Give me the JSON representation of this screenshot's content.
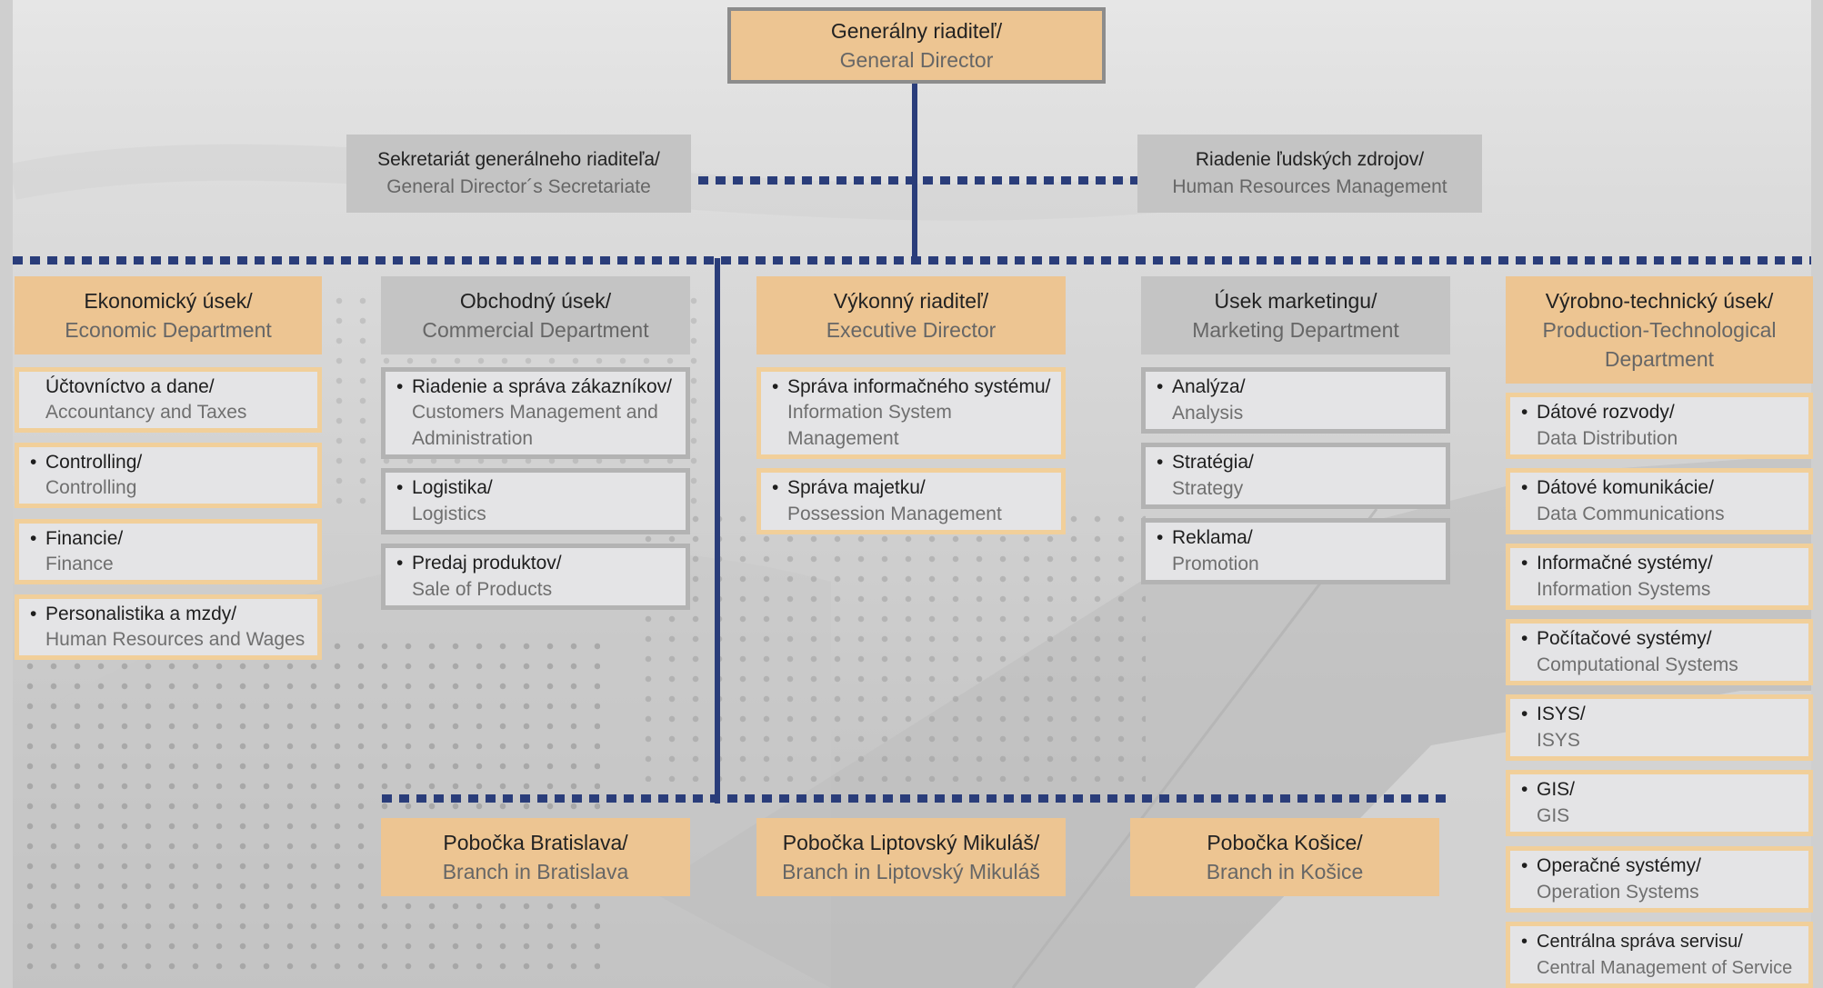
{
  "general_director": {
    "sk": "Generálny riaditeľ/",
    "en": "General Director"
  },
  "secretariate": {
    "sk": "Sekretariát generálneho riaditeľa/",
    "en": "General Director´s Secretariate"
  },
  "hr_management": {
    "sk": "Riadenie ľudských zdrojov/",
    "en": "Human Resources Management"
  },
  "departments": {
    "economic": {
      "sk": "Ekonomický úsek/",
      "en": "Economic Department",
      "items": [
        {
          "sk": "Účtovníctvo a dane/",
          "en": "Accountancy and Taxes"
        },
        {
          "sk": "Controlling/",
          "en": "Controlling"
        },
        {
          "sk": "Financie/",
          "en": "Finance"
        },
        {
          "sk": "Personalistika a mzdy/",
          "en": "Human Resources and Wages"
        }
      ]
    },
    "commercial": {
      "sk": "Obchodný úsek/",
      "en": "Commercial Department",
      "items": [
        {
          "sk": "Riadenie a správa zákazníkov/",
          "en1": "Customers Management and",
          "en2": "Administration"
        },
        {
          "sk": "Logistika/",
          "en": "Logistics"
        },
        {
          "sk": "Predaj produktov/",
          "en": "Sale of Products"
        }
      ]
    },
    "executive": {
      "sk": "Výkonný riaditeľ/",
      "en": "Executive Director",
      "items": [
        {
          "sk": "Správa informačného systému/",
          "en1": "Information System",
          "en2": "Management"
        },
        {
          "sk": "Správa majetku/",
          "en": "Possession Management"
        }
      ]
    },
    "marketing": {
      "sk": "Úsek marketingu/",
      "en": "Marketing Department",
      "items": [
        {
          "sk": "Analýza/",
          "en": "Analysis"
        },
        {
          "sk": "Stratégia/",
          "en": "Strategy"
        },
        {
          "sk": "Reklama/",
          "en": "Promotion"
        }
      ]
    },
    "production": {
      "sk": "Výrobno-technický úsek/",
      "en1": "Production-Technological",
      "en2": "Department",
      "items": [
        {
          "sk": "Dátové rozvody/",
          "en": "Data Distribution"
        },
        {
          "sk": "Dátové komunikácie/",
          "en": "Data Communications"
        },
        {
          "sk": "Informačné systémy/",
          "en": "Information Systems"
        },
        {
          "sk": "Počítačové systémy/",
          "en": "Computational Systems"
        },
        {
          "sk": "ISYS/",
          "en": "ISYS"
        },
        {
          "sk": "GIS/",
          "en": "GIS"
        },
        {
          "sk": "Operačné systémy/",
          "en": "Operation Systems"
        },
        {
          "sk": "Centrálna správa servisu/",
          "en": "Central Management of Service"
        }
      ]
    }
  },
  "branches": [
    {
      "sk": "Pobočka Bratislava/",
      "en": "Branch in Bratislava"
    },
    {
      "sk": "Pobočka Liptovský Mikuláš/",
      "en": "Branch in Liptovský Mikuláš"
    },
    {
      "sk": "Pobočka Košice/",
      "en": "Branch in Košice"
    }
  ],
  "bullet": "•",
  "colors": {
    "orange": "#edc592",
    "gray": "#c4c4c4",
    "connector": "#2a3d7a"
  }
}
